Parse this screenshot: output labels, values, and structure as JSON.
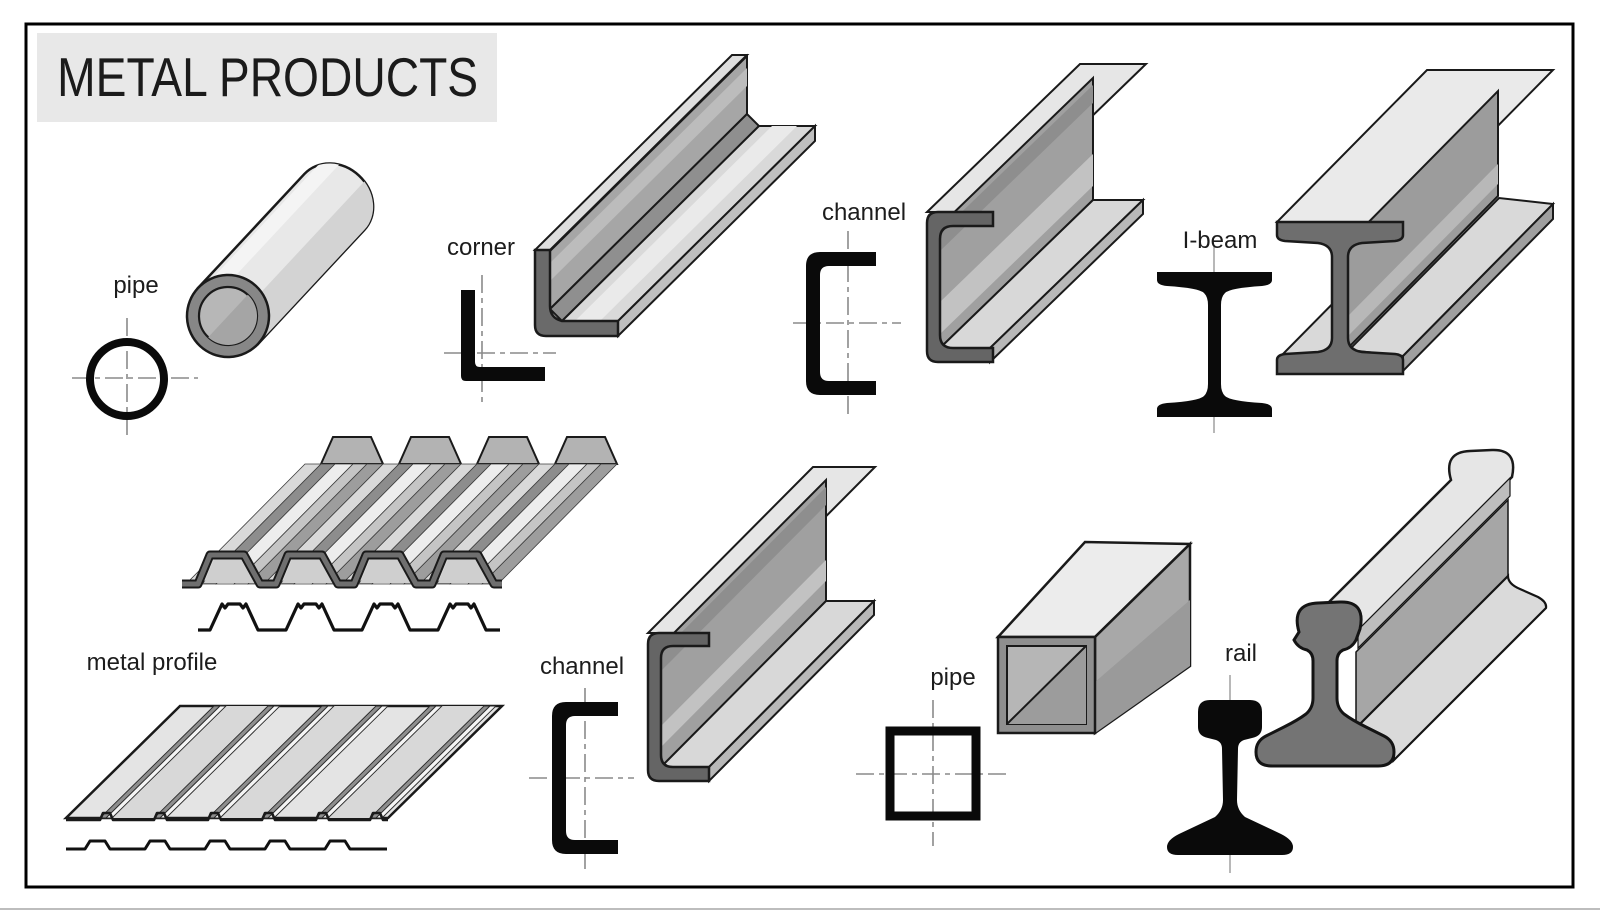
{
  "title": "METAL PRODUCTS",
  "products": {
    "pipe_round": {
      "label": "pipe"
    },
    "corner": {
      "label": "corner"
    },
    "channel_top": {
      "label": "channel"
    },
    "i_beam": {
      "label": "I-beam"
    },
    "metal_profile": {
      "label": "metal profile"
    },
    "channel_bottom": {
      "label": "channel"
    },
    "pipe_square": {
      "label": "pipe"
    },
    "rail": {
      "label": "rail"
    }
  },
  "colors": {
    "frame": "#000000",
    "title_background": "#e8e8e8",
    "text": "#1c1c1c",
    "outline": "#1a1a1a",
    "face_light": "#e9e9e9",
    "face_medium": "#a2a2a2",
    "face_dark": "#6a6a6a",
    "section_symbol": "#0a0a0a",
    "centerline": "#8a8a8a"
  }
}
